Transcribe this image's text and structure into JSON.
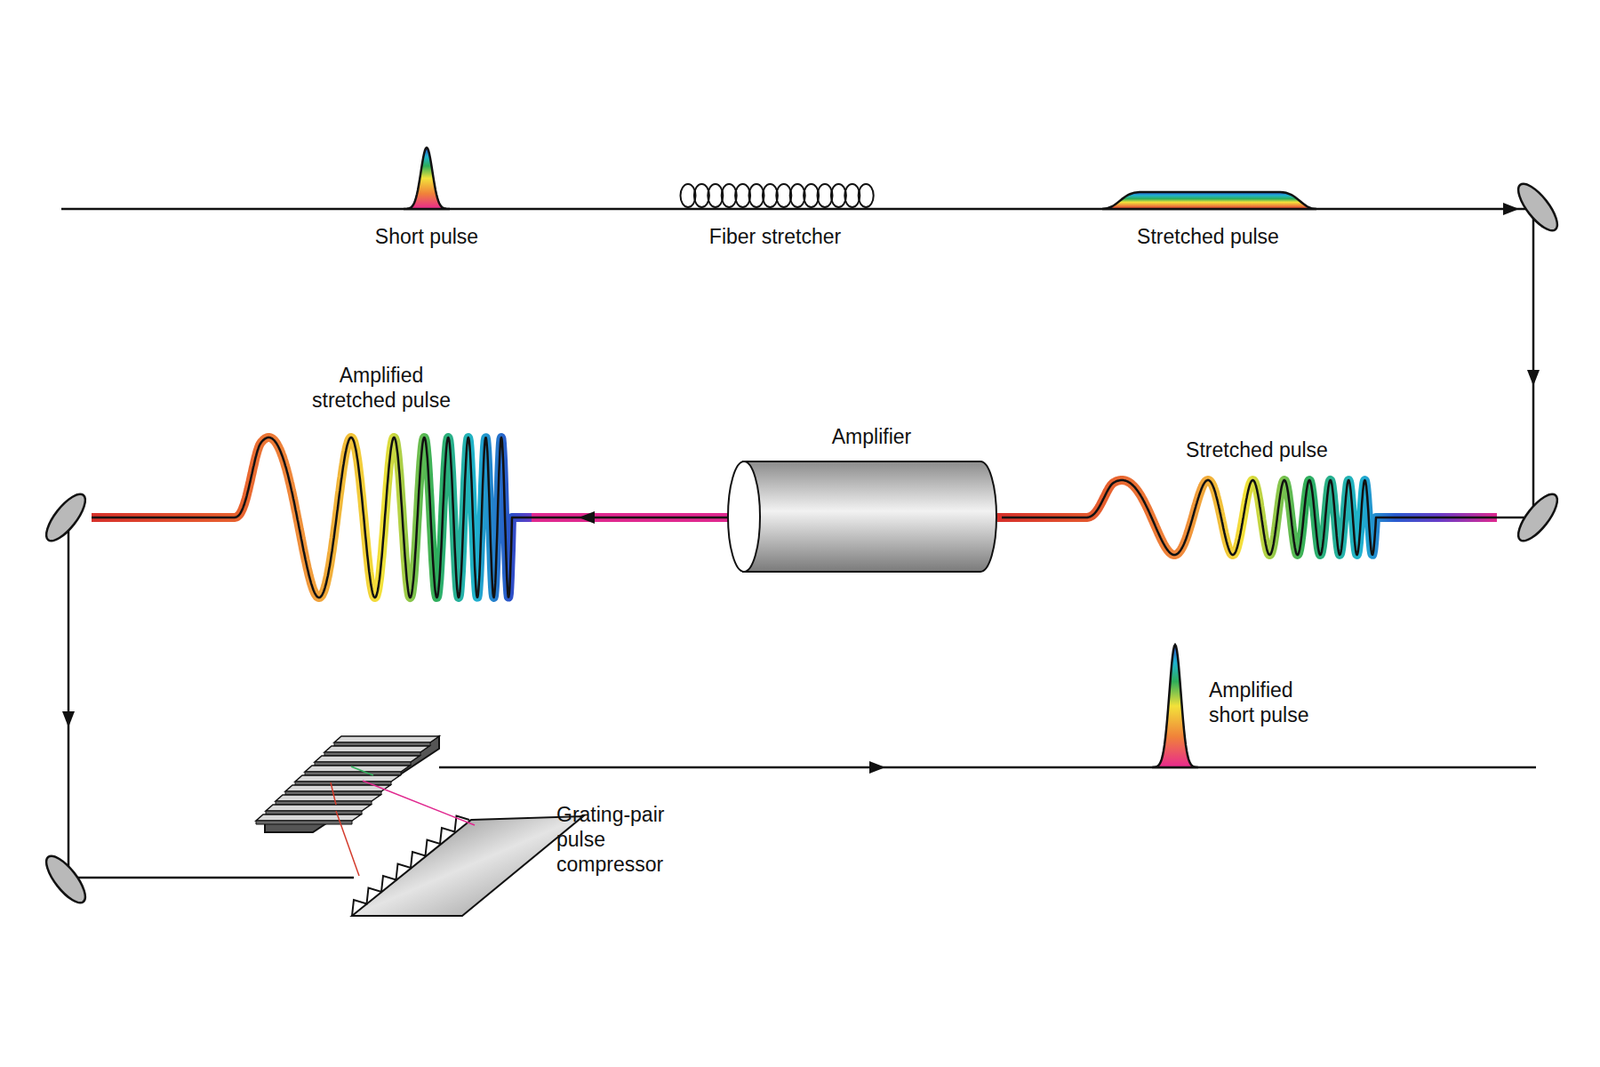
{
  "diagram": {
    "nodes": [
      {
        "text": [
          "Amplifier"
        ]
      }
    ],
    "labels": [
      "Short pulse",
      "Fiber stretcher",
      "Stretched pulse",
      "Amplified stretched pulse",
      "Stretched pulse",
      "Amplified short pulse",
      "Grating-pair pulse compressor"
    ]
  }
}
